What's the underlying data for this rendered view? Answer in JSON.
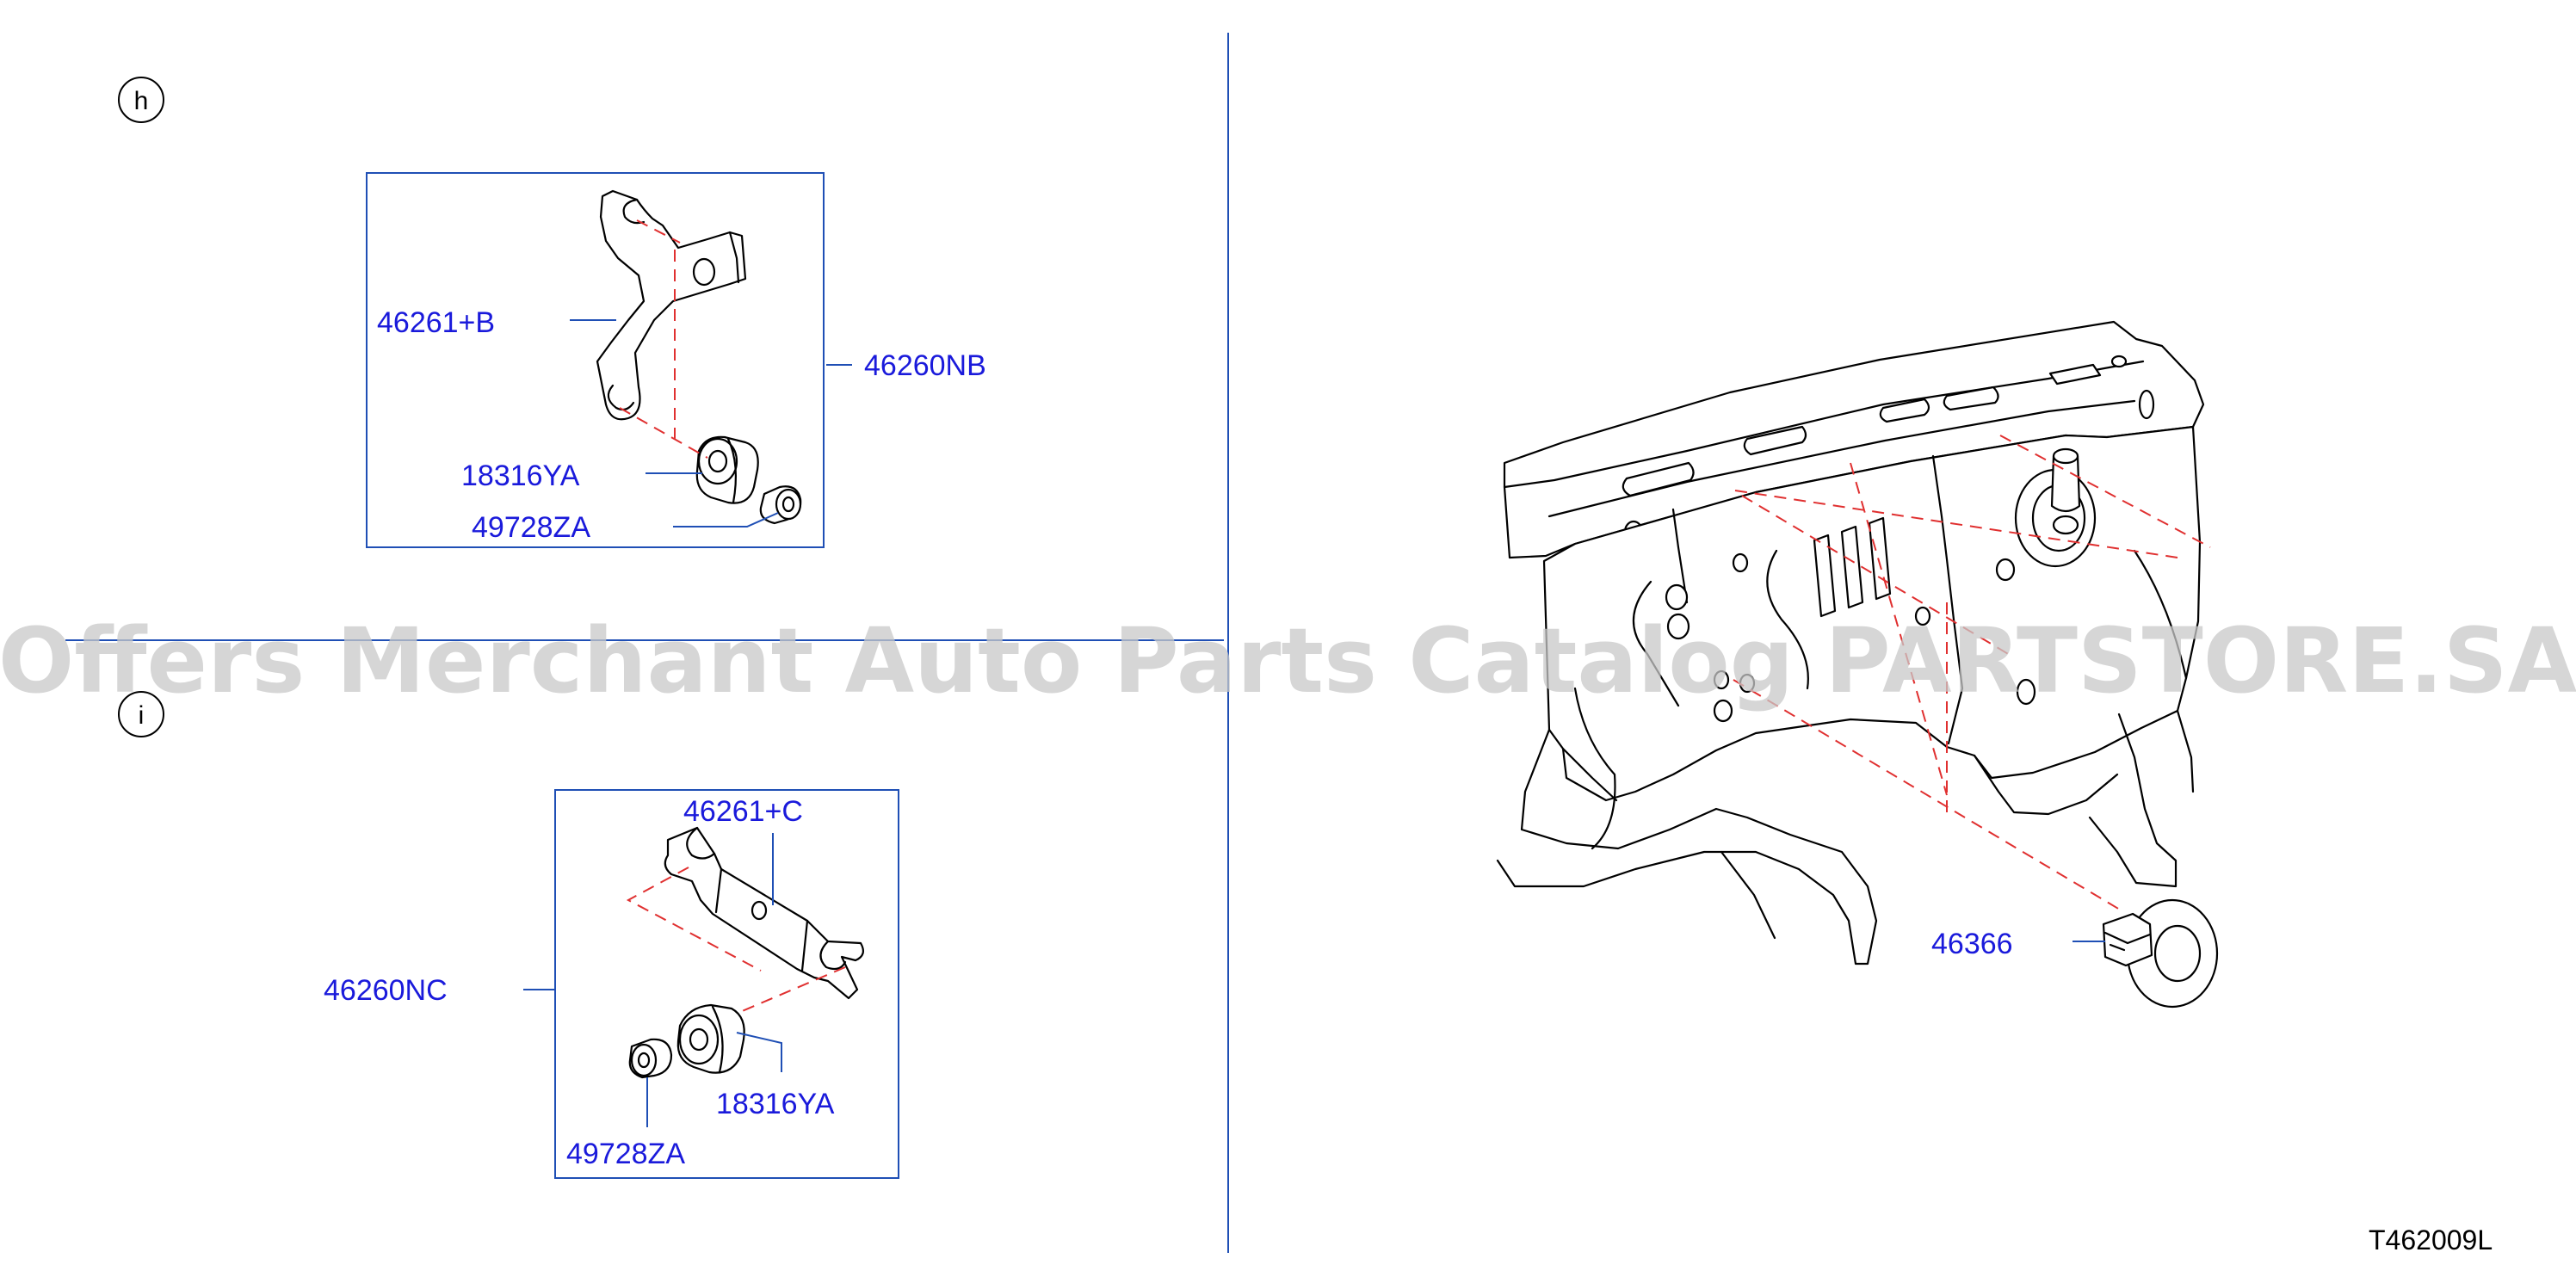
{
  "sections": {
    "h": {
      "letter": "h"
    },
    "i": {
      "letter": "i"
    }
  },
  "callouts": {
    "h_bracket": "46261+B",
    "h_assembly": "46260NB",
    "h_bushing": "18316YA",
    "h_collar": "49728ZA",
    "i_bracket": "46261+C",
    "i_assembly": "46260NC",
    "i_bushing": "18316YA",
    "i_collar": "49728ZA",
    "grommet": "46366"
  },
  "reference_code": "T462009L",
  "watermark": "Offers Merchant Auto Parts Catalog PARTSTORE.SA",
  "colors": {
    "callout_text": "#1a1adb",
    "leader_lines": "#1f4fb5",
    "dashed_guides": "#e03030",
    "drawing": "#000000",
    "background": "#ffffff"
  }
}
